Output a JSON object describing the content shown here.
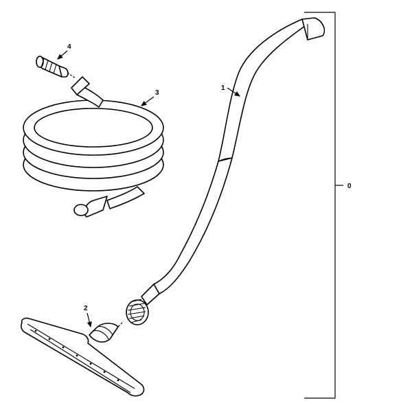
{
  "callouts": {
    "one": "1",
    "two": "2",
    "three": "3",
    "four": "4",
    "zero": "0"
  },
  "colors": {
    "line": "#000000",
    "background": "#ffffff"
  }
}
